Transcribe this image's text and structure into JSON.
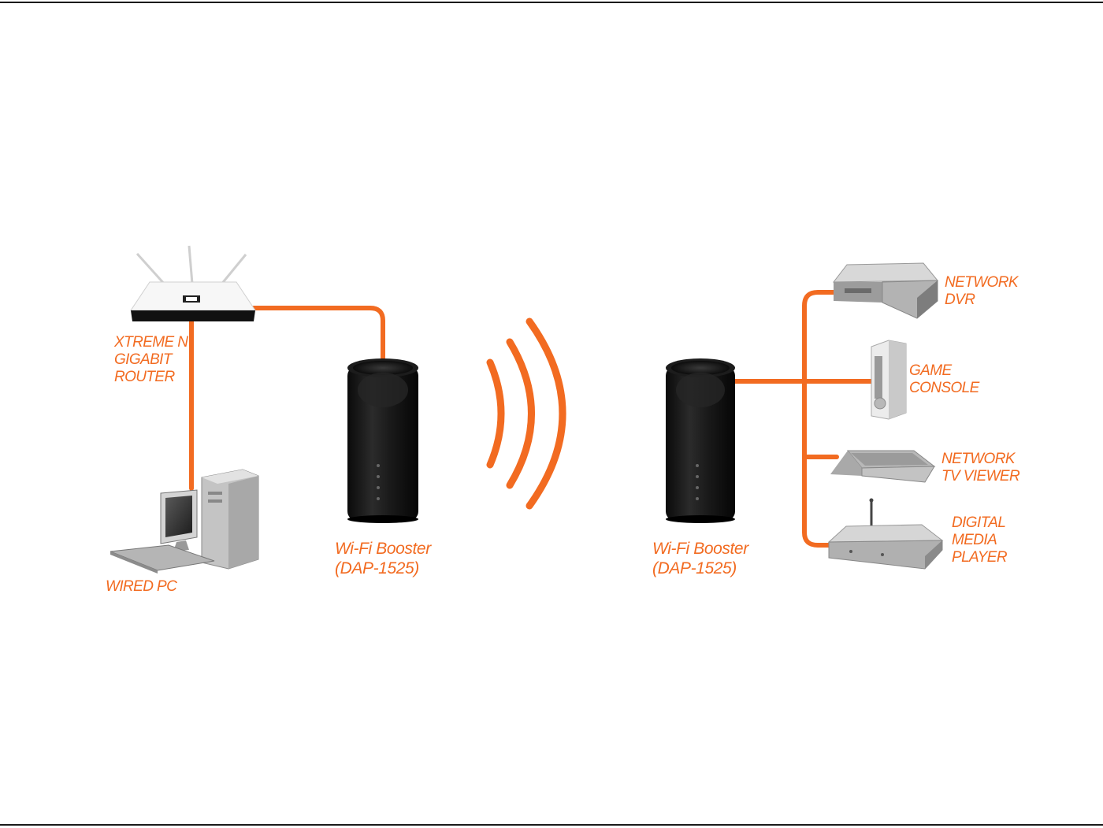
{
  "colors": {
    "accent": "#f26b21",
    "booster_body": "#151515",
    "device_gray": "#bdbdbd",
    "rule": "#1a1a1a"
  },
  "labels": {
    "router": [
      "XTREME N",
      "GIGABIT",
      "ROUTER"
    ],
    "wired_pc": [
      "WIRED PC"
    ],
    "booster_left": [
      "Wi-Fi Booster",
      "(DAP-1525)"
    ],
    "booster_right": [
      "Wi-Fi Booster",
      "(DAP-1525)"
    ],
    "network_dvr": [
      "NETWORK",
      "DVR"
    ],
    "game_console": [
      "GAME",
      "CONSOLE"
    ],
    "network_tv_viewer": [
      "NETWORK",
      "TV VIEWER"
    ],
    "digital_media_player": [
      "DIGITAL",
      "MEDIA",
      "PLAYER"
    ]
  },
  "icons": {
    "router": "router-icon",
    "wired_pc": "desktop-pc-icon",
    "booster": "wifi-booster-icon",
    "wireless": "wireless-signal-icon",
    "dvr": "dvr-icon",
    "console": "game-console-icon",
    "tv_viewer": "tv-viewer-icon",
    "media_player": "media-player-icon"
  }
}
